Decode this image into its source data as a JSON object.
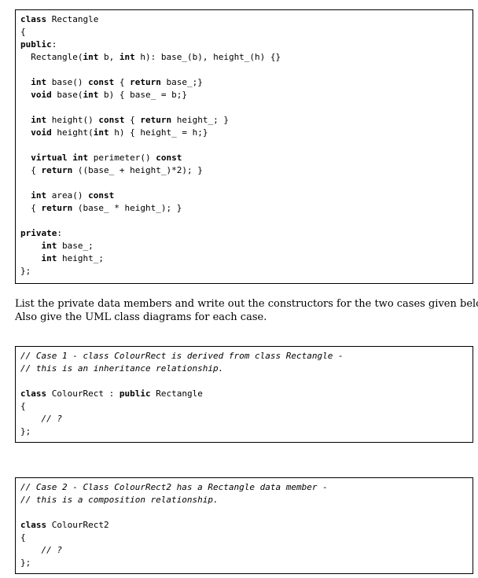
{
  "rectangle_code": {
    "lines": [
      [
        {
          "t": "class",
          "b": true
        },
        {
          "t": " Rectangle"
        }
      ],
      [
        {
          "t": "{"
        }
      ],
      [
        {
          "t": "public",
          "b": true
        },
        {
          "t": ":"
        }
      ],
      [
        {
          "t": "  Rectangle("
        },
        {
          "t": "int",
          "b": true
        },
        {
          "t": " b, "
        },
        {
          "t": "int",
          "b": true
        },
        {
          "t": " h): base_(b), height_(h) {}"
        }
      ],
      [],
      [
        {
          "t": "  "
        },
        {
          "t": "int",
          "b": true
        },
        {
          "t": " base() "
        },
        {
          "t": "const",
          "b": true
        },
        {
          "t": " { "
        },
        {
          "t": "return",
          "b": true
        },
        {
          "t": " base_;}"
        }
      ],
      [
        {
          "t": "  "
        },
        {
          "t": "void",
          "b": true
        },
        {
          "t": " base("
        },
        {
          "t": "int",
          "b": true
        },
        {
          "t": " b) { base_ = b;}"
        }
      ],
      [],
      [
        {
          "t": "  "
        },
        {
          "t": "int",
          "b": true
        },
        {
          "t": " height() "
        },
        {
          "t": "const",
          "b": true
        },
        {
          "t": " { "
        },
        {
          "t": "return",
          "b": true
        },
        {
          "t": " height_; }"
        }
      ],
      [
        {
          "t": "  "
        },
        {
          "t": "void",
          "b": true
        },
        {
          "t": " height("
        },
        {
          "t": "int",
          "b": true
        },
        {
          "t": " h) { height_ = h;}"
        }
      ],
      [],
      [
        {
          "t": "  "
        },
        {
          "t": "virtual",
          "b": true
        },
        {
          "t": " "
        },
        {
          "t": "int",
          "b": true
        },
        {
          "t": " perimeter() "
        },
        {
          "t": "const",
          "b": true
        }
      ],
      [
        {
          "t": "  { "
        },
        {
          "t": "return",
          "b": true
        },
        {
          "t": " ((base_ + height_)*2); }"
        }
      ],
      [],
      [
        {
          "t": "  "
        },
        {
          "t": "int",
          "b": true
        },
        {
          "t": " area() "
        },
        {
          "t": "const",
          "b": true
        }
      ],
      [
        {
          "t": "  { "
        },
        {
          "t": "return",
          "b": true
        },
        {
          "t": " (base_ * height_); }"
        }
      ],
      [],
      [
        {
          "t": "private",
          "b": true
        },
        {
          "t": ":"
        }
      ],
      [
        {
          "t": "    "
        },
        {
          "t": "int",
          "b": true
        },
        {
          "t": " base_;"
        }
      ],
      [
        {
          "t": "    "
        },
        {
          "t": "int",
          "b": true
        },
        {
          "t": " height_;"
        }
      ],
      [
        {
          "t": "};"
        }
      ]
    ]
  },
  "instructions": {
    "line1": "List the private data members and write out the constructors for the two cases given below.",
    "line2": "Also give the UML class diagrams for each case."
  },
  "case1_code": {
    "lines": [
      [
        {
          "t": "// Case 1 - class ColourRect is derived from class Rectangle -",
          "i": true
        }
      ],
      [
        {
          "t": "// this is an inheritance relationship.",
          "i": true
        }
      ],
      [],
      [
        {
          "t": "class",
          "b": true
        },
        {
          "t": " ColourRect : "
        },
        {
          "t": "public",
          "b": true
        },
        {
          "t": " Rectangle"
        }
      ],
      [
        {
          "t": "{"
        }
      ],
      [
        {
          "t": "    "
        },
        {
          "t": "// ?",
          "i": true
        }
      ],
      [
        {
          "t": "};"
        }
      ]
    ]
  },
  "case2_code": {
    "lines": [
      [
        {
          "t": "// Case 2 - Class ColourRect2 has a Rectangle data member -",
          "i": true
        }
      ],
      [
        {
          "t": "// this is a composition relationship.",
          "i": true
        }
      ],
      [],
      [
        {
          "t": "class",
          "b": true
        },
        {
          "t": " ColourRect2"
        }
      ],
      [
        {
          "t": "{"
        }
      ],
      [
        {
          "t": "    "
        },
        {
          "t": "// ?",
          "i": true
        }
      ],
      [
        {
          "t": "};"
        }
      ]
    ]
  }
}
